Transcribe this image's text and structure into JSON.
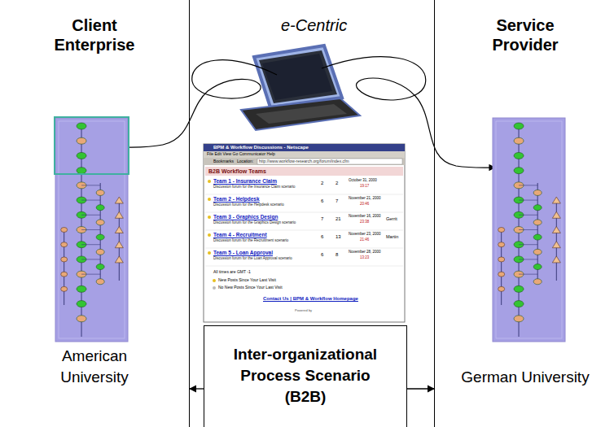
{
  "diagram": {
    "nodes": [
      {
        "text": [
          "Client Enterprise",
          "American University"
        ]
      },
      {
        "text": [
          "Service Provider",
          "German University"
        ]
      },
      {
        "text": [
          "Inter-organizational Process Scenario (B2B)"
        ]
      }
    ],
    "edges": [
      {
        "from": 2,
        "to": 0,
        "arrow": "to"
      },
      {
        "from": 2,
        "to": 1,
        "arrow": "to"
      }
    ],
    "labels": [
      "e-Centric",
      "BPM & Workflow Discussions - Netscape",
      "File Edit View Go Communicator Help",
      "Bookmarks",
      "Location:",
      "http://www.workflow-research.org/forum/index.cfm",
      "B2B Workflow Teams",
      "Team 1 - Insurance Claim",
      "Discussion forum for the Insurance Claim scenario",
      "2",
      "2",
      "October 31, 2000",
      "19:17",
      "Team 2 - Helpdesk",
      "Discussion forum for the Helpdesk scenario",
      "6",
      "7",
      "November 21, 2000",
      "20:46",
      "Team 3 - Graphics Design",
      "Discussion forum for the Graphics Design scenario",
      "7",
      "21",
      "November 16, 2000",
      "23:38",
      "Gerrit",
      "Team 4 - Recruitment",
      "Discussion forum for the Recruitment scenario",
      "6",
      "13",
      "November 23, 2000",
      "21:46",
      "Martin",
      "Team 5 - Loan Approval",
      "Discussion forum for the Loan Approval scenario",
      "6",
      "8",
      "November 28, 2000",
      "13:23",
      "All times are GMT -1",
      "New Posts Since Your Last Visit",
      "No New Posts Since Your Last Visit",
      "Contact Us | BPM & Workflow Homepage",
      "Powered by"
    ]
  }
}
